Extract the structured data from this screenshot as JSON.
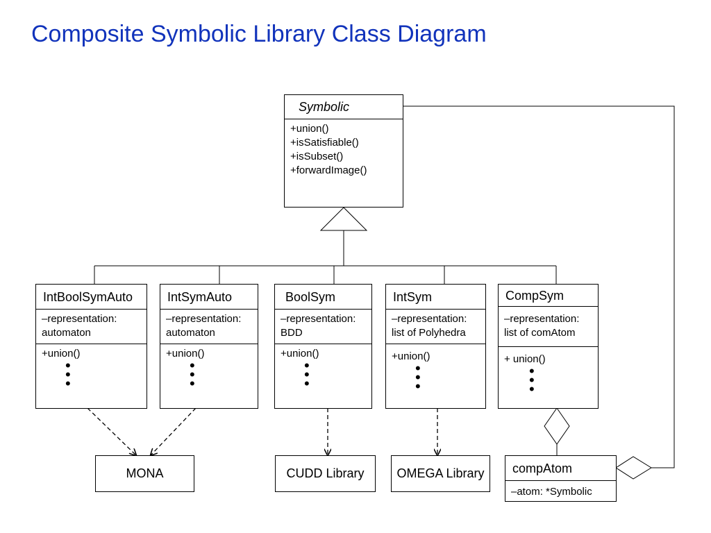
{
  "title": "Composite Symbolic Library Class Diagram",
  "symbolic": {
    "name": "Symbolic",
    "methods": [
      "+union()",
      "+isSatisfiable()",
      "+isSubset()",
      "+forwardImage()"
    ]
  },
  "classes": [
    {
      "name": "IntBoolSymAuto",
      "attr": [
        "–representation:",
        "automaton"
      ],
      "method": "+union()",
      "dots": [
        "•",
        "•",
        "•"
      ]
    },
    {
      "name": "IntSymAuto",
      "attr": [
        "–representation:",
        "automaton"
      ],
      "method": "+union()",
      "dots": [
        "•",
        "•",
        "•"
      ]
    },
    {
      "name": "BoolSym",
      "attr": [
        "–representation:",
        "BDD"
      ],
      "method": "+union()",
      "dots": [
        "•",
        "•",
        "•"
      ]
    },
    {
      "name": "IntSym",
      "attr": [
        "–representation:",
        "list of Polyhedra"
      ],
      "method": "+union()",
      "dots": [
        "•",
        "•",
        "•"
      ]
    },
    {
      "name": "CompSym",
      "attr": [
        "–representation:",
        "list of comAtom"
      ],
      "method": "+ union()",
      "dots": [
        "•",
        "•",
        "•"
      ]
    }
  ],
  "libraries": [
    "MONA",
    "CUDD Library",
    "OMEGA Library"
  ],
  "compAtom": {
    "name": "compAtom",
    "attr": "–atom: *Symbolic"
  }
}
